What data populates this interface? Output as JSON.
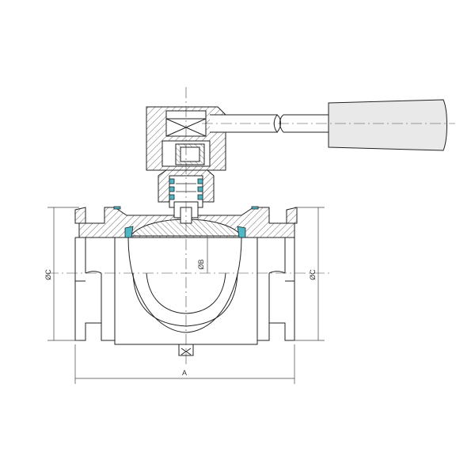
{
  "drawing": {
    "colors": {
      "line": "#222222",
      "hatch": "#555555",
      "seal": "#4fb6c6",
      "handle_grip": "#e9e9e9",
      "background": "#ffffff"
    },
    "labels": {
      "overall_length": "A",
      "bore_diameter": "ØB",
      "left_clamp_diameter": "ØC",
      "right_clamp_diameter": "ØC"
    }
  }
}
